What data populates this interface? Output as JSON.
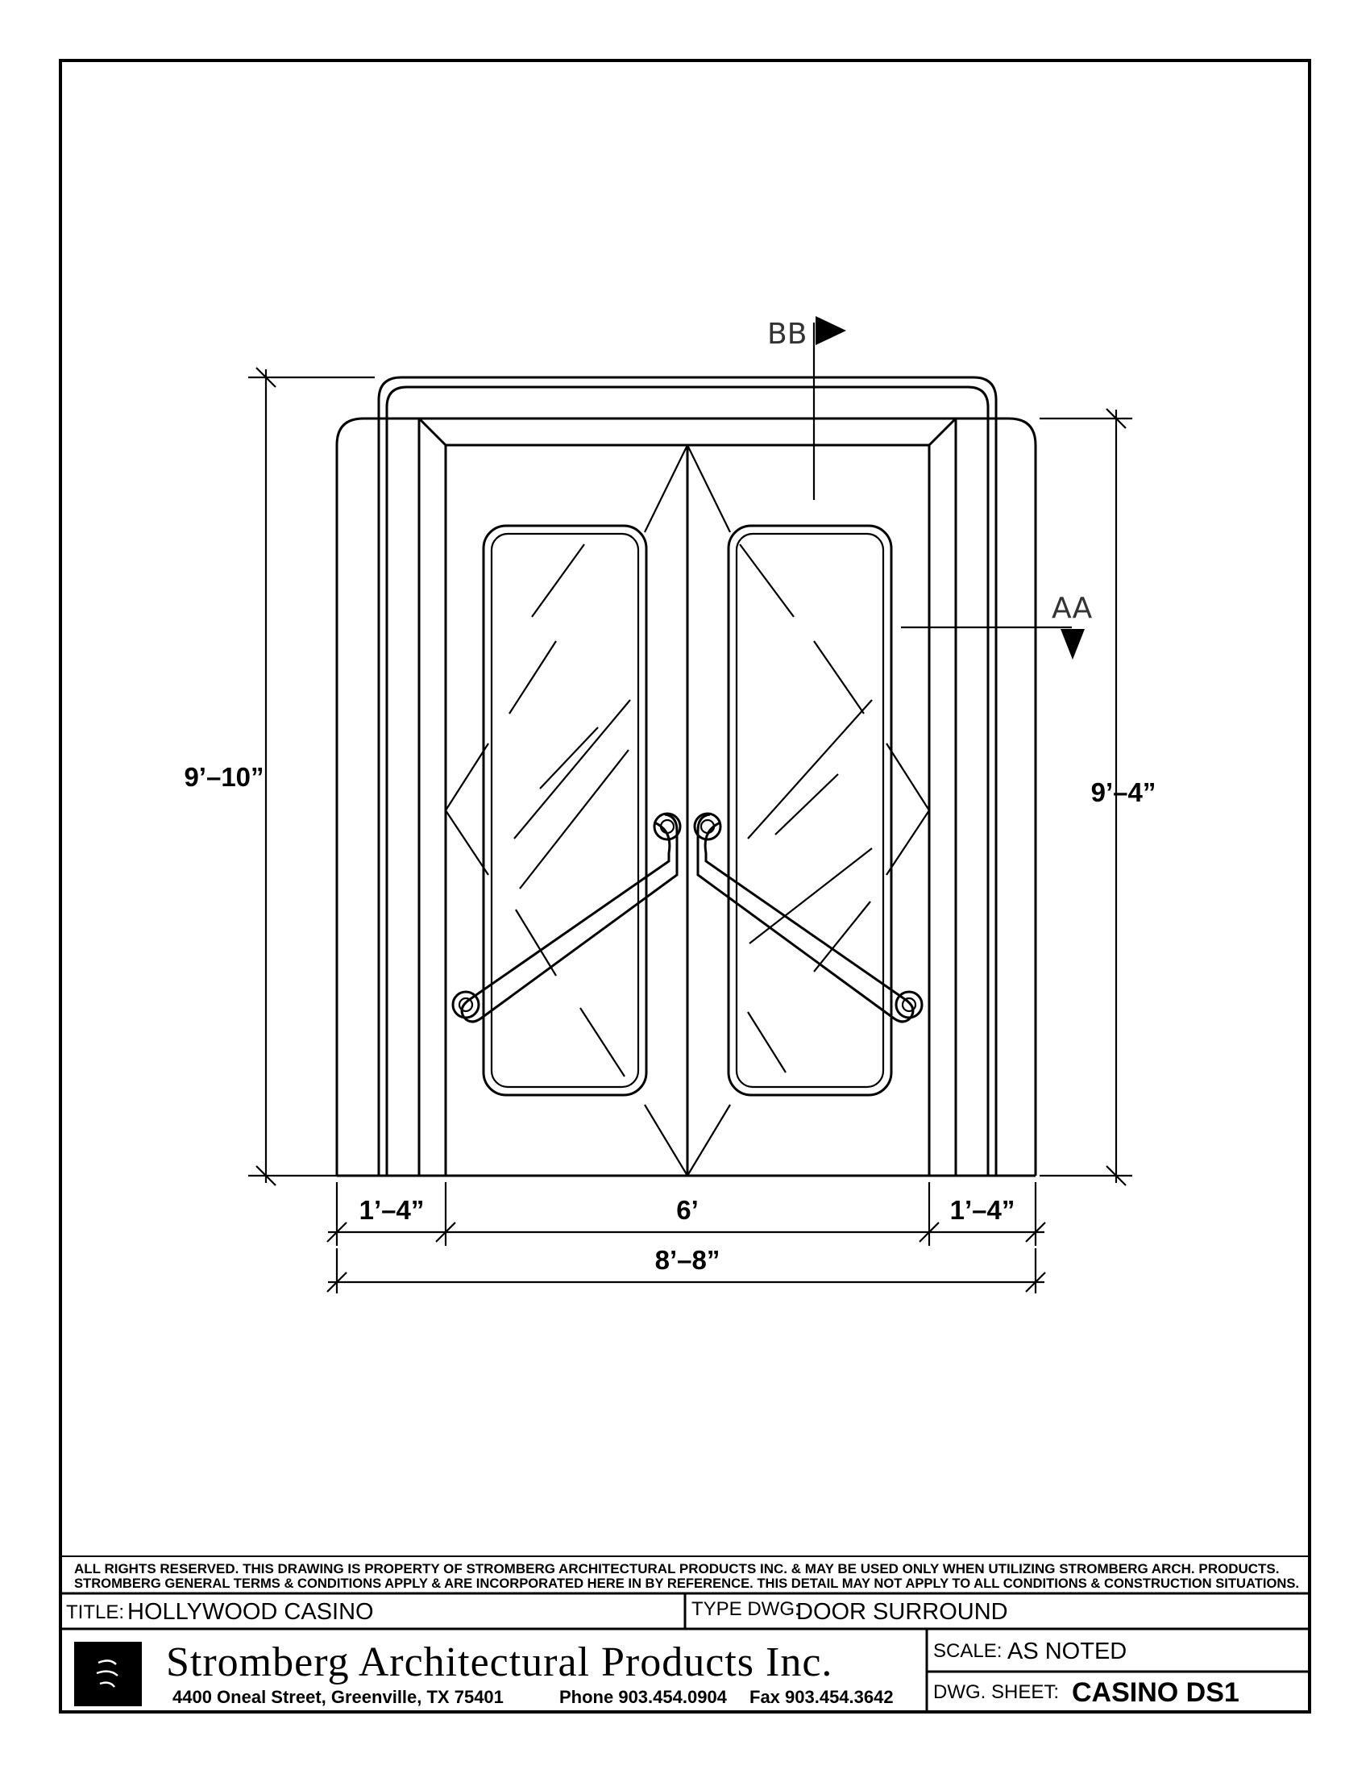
{
  "drawing": {
    "section_marks": {
      "top": "BB",
      "side": "AA"
    },
    "dimensions": {
      "overall_height": "9’–10”",
      "opening_height": "9’–4”",
      "left_side": "1’–4”",
      "opening_width": "6’",
      "right_side": "1’–4”",
      "overall_width": "8’–8”"
    }
  },
  "title_block": {
    "notice_line1": "ALL RIGHTS RESERVED. THIS DRAWING IS PROPERTY OF STROMBERG ARCHITECTURAL PRODUCTS INC. & MAY BE USED ONLY WHEN UTILIZING STROMBERG ARCH. PRODUCTS.",
    "notice_line2": "STROMBERG GENERAL TERMS & CONDITIONS APPLY & ARE INCORPORATED HERE IN BY REFERENCE. THIS DETAIL MAY NOT APPLY TO ALL CONDITIONS & CONSTRUCTION SITUATIONS.",
    "title_label": "TITLE:",
    "title_value": "HOLLYWOOD CASINO",
    "type_label": "TYPE DWG:",
    "type_value": "DOOR SURROUND",
    "company_name": "Stromberg Architectural Products Inc.",
    "address": "4400 Oneal Street, Greenville, TX  75401",
    "phone": "Phone 903.454.0904",
    "fax": "Fax 903.454.3642",
    "scale_label": "SCALE:",
    "scale_value": "AS NOTED",
    "sheet_label": "DWG. SHEET:",
    "sheet_value": "CASINO DS1"
  }
}
